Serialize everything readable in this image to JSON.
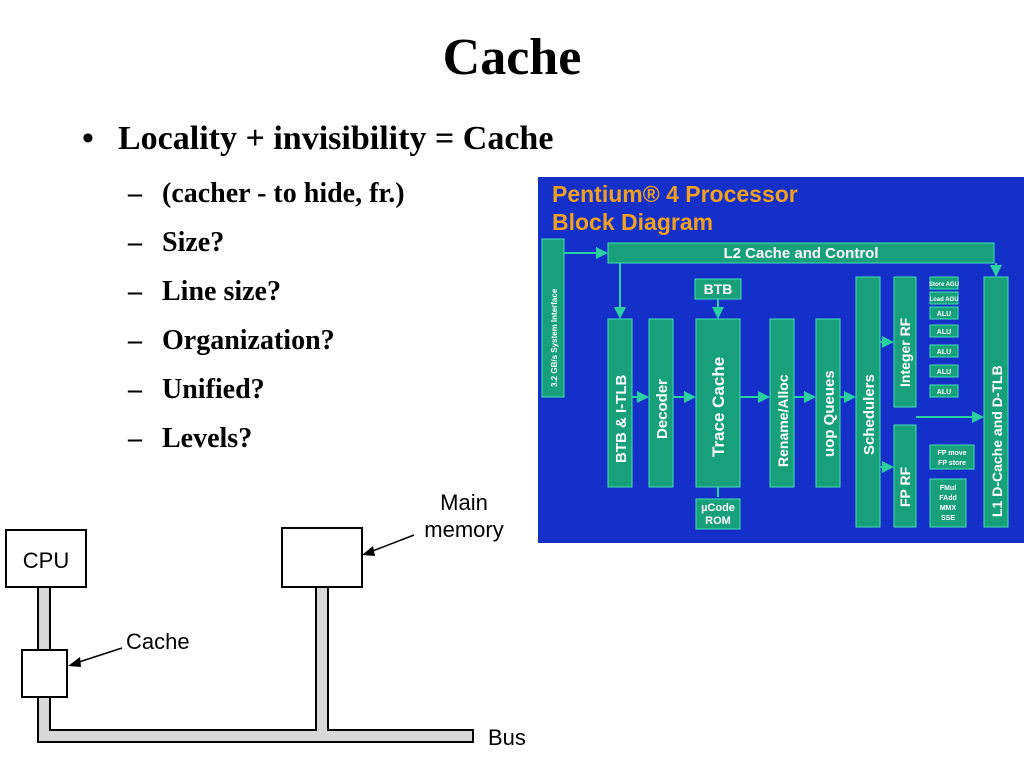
{
  "slide": {
    "title": "Cache",
    "bullet": "Locality + invisibility = Cache",
    "bullet_marker": "•",
    "dash": "–",
    "subbullets": [
      "(cacher - to hide, fr.)",
      "Size?",
      "Line size?",
      "Organization?",
      "Unified?",
      "Levels?"
    ]
  },
  "bus_diagram": {
    "cpu": "CPU",
    "cache": "Cache",
    "main_memory_line1": "Main",
    "main_memory_line2": "memory",
    "bus": "Bus"
  },
  "pentium": {
    "title_line1": "Pentium® 4 Processor",
    "title_line2": "Block Diagram",
    "system_interface": "3.2 GB/s System Interface",
    "l2": "L2 Cache and Control",
    "btb": "BTB",
    "btb_itlb": "BTB & I-TLB",
    "decoder": "Decoder",
    "trace_cache": "Trace Cache",
    "ucode_line1": "µCode",
    "ucode_line2": "ROM",
    "rename": "Rename/Alloc",
    "uop_queues": "uop Queues",
    "schedulers": "Schedulers",
    "integer_rf": "Integer RF",
    "fp_rf": "FP RF",
    "store_agu": "Store AGU",
    "load_agu": "Load AGU",
    "alu": "ALU",
    "fp_move": "FP move",
    "fp_store": "FP store",
    "fmul": "FMul",
    "fadd": "FAdd",
    "mmx": "MMX",
    "sse": "SSE",
    "l1": "L1 D-Cache and D-TLB",
    "colors": {
      "background": "#1530c8",
      "block": "#18a07a",
      "text": "#ffffff",
      "title": "#f0a020"
    }
  }
}
